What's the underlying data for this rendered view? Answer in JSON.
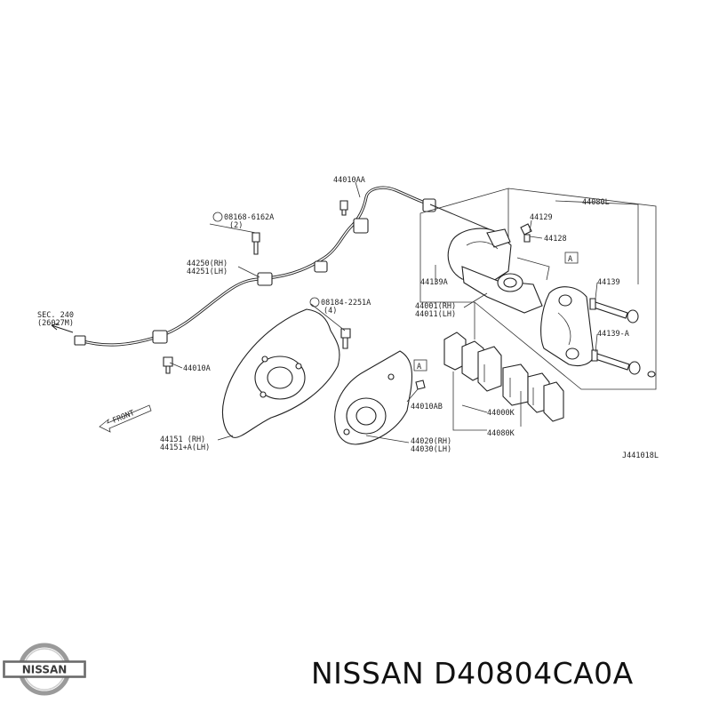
{
  "product": {
    "title": "NISSAN D40804CA0A",
    "logo_text": "NISSAN"
  },
  "diagram": {
    "code": "J441018L",
    "front_label": "FRONT",
    "callouts": {
      "c44010AA": "44010AA",
      "c08168_a": "08168-6162A",
      "c08168_b": "(2)",
      "c44250": "44250(RH)",
      "c44251": "44251(LH)",
      "sec240_a": "SEC. 240",
      "sec240_b": "(26027M)",
      "c44010A": "44010A",
      "c08184_a": "08184-2251A",
      "c08184_b": "(4)",
      "c44151_rh": "44151 (RH)",
      "c44151_lh": "44151+A(LH)",
      "c44080L": "44080L",
      "c44129": "44129",
      "c44128": "44128",
      "c44139A_left": "44139A",
      "c44001": "44001(RH)",
      "c44011": "44011(LH)",
      "c44139": "44139",
      "c44139A_right": "44139-A",
      "c44010AB": "44010AB",
      "c44000K": "44000K",
      "c44080K": "44080K",
      "c44020": "44020(RH)",
      "c44030": "44030(LH)",
      "markA": "A"
    }
  },
  "colors": {
    "ink": "#222222",
    "logo_silver": "#9a9a9a"
  }
}
